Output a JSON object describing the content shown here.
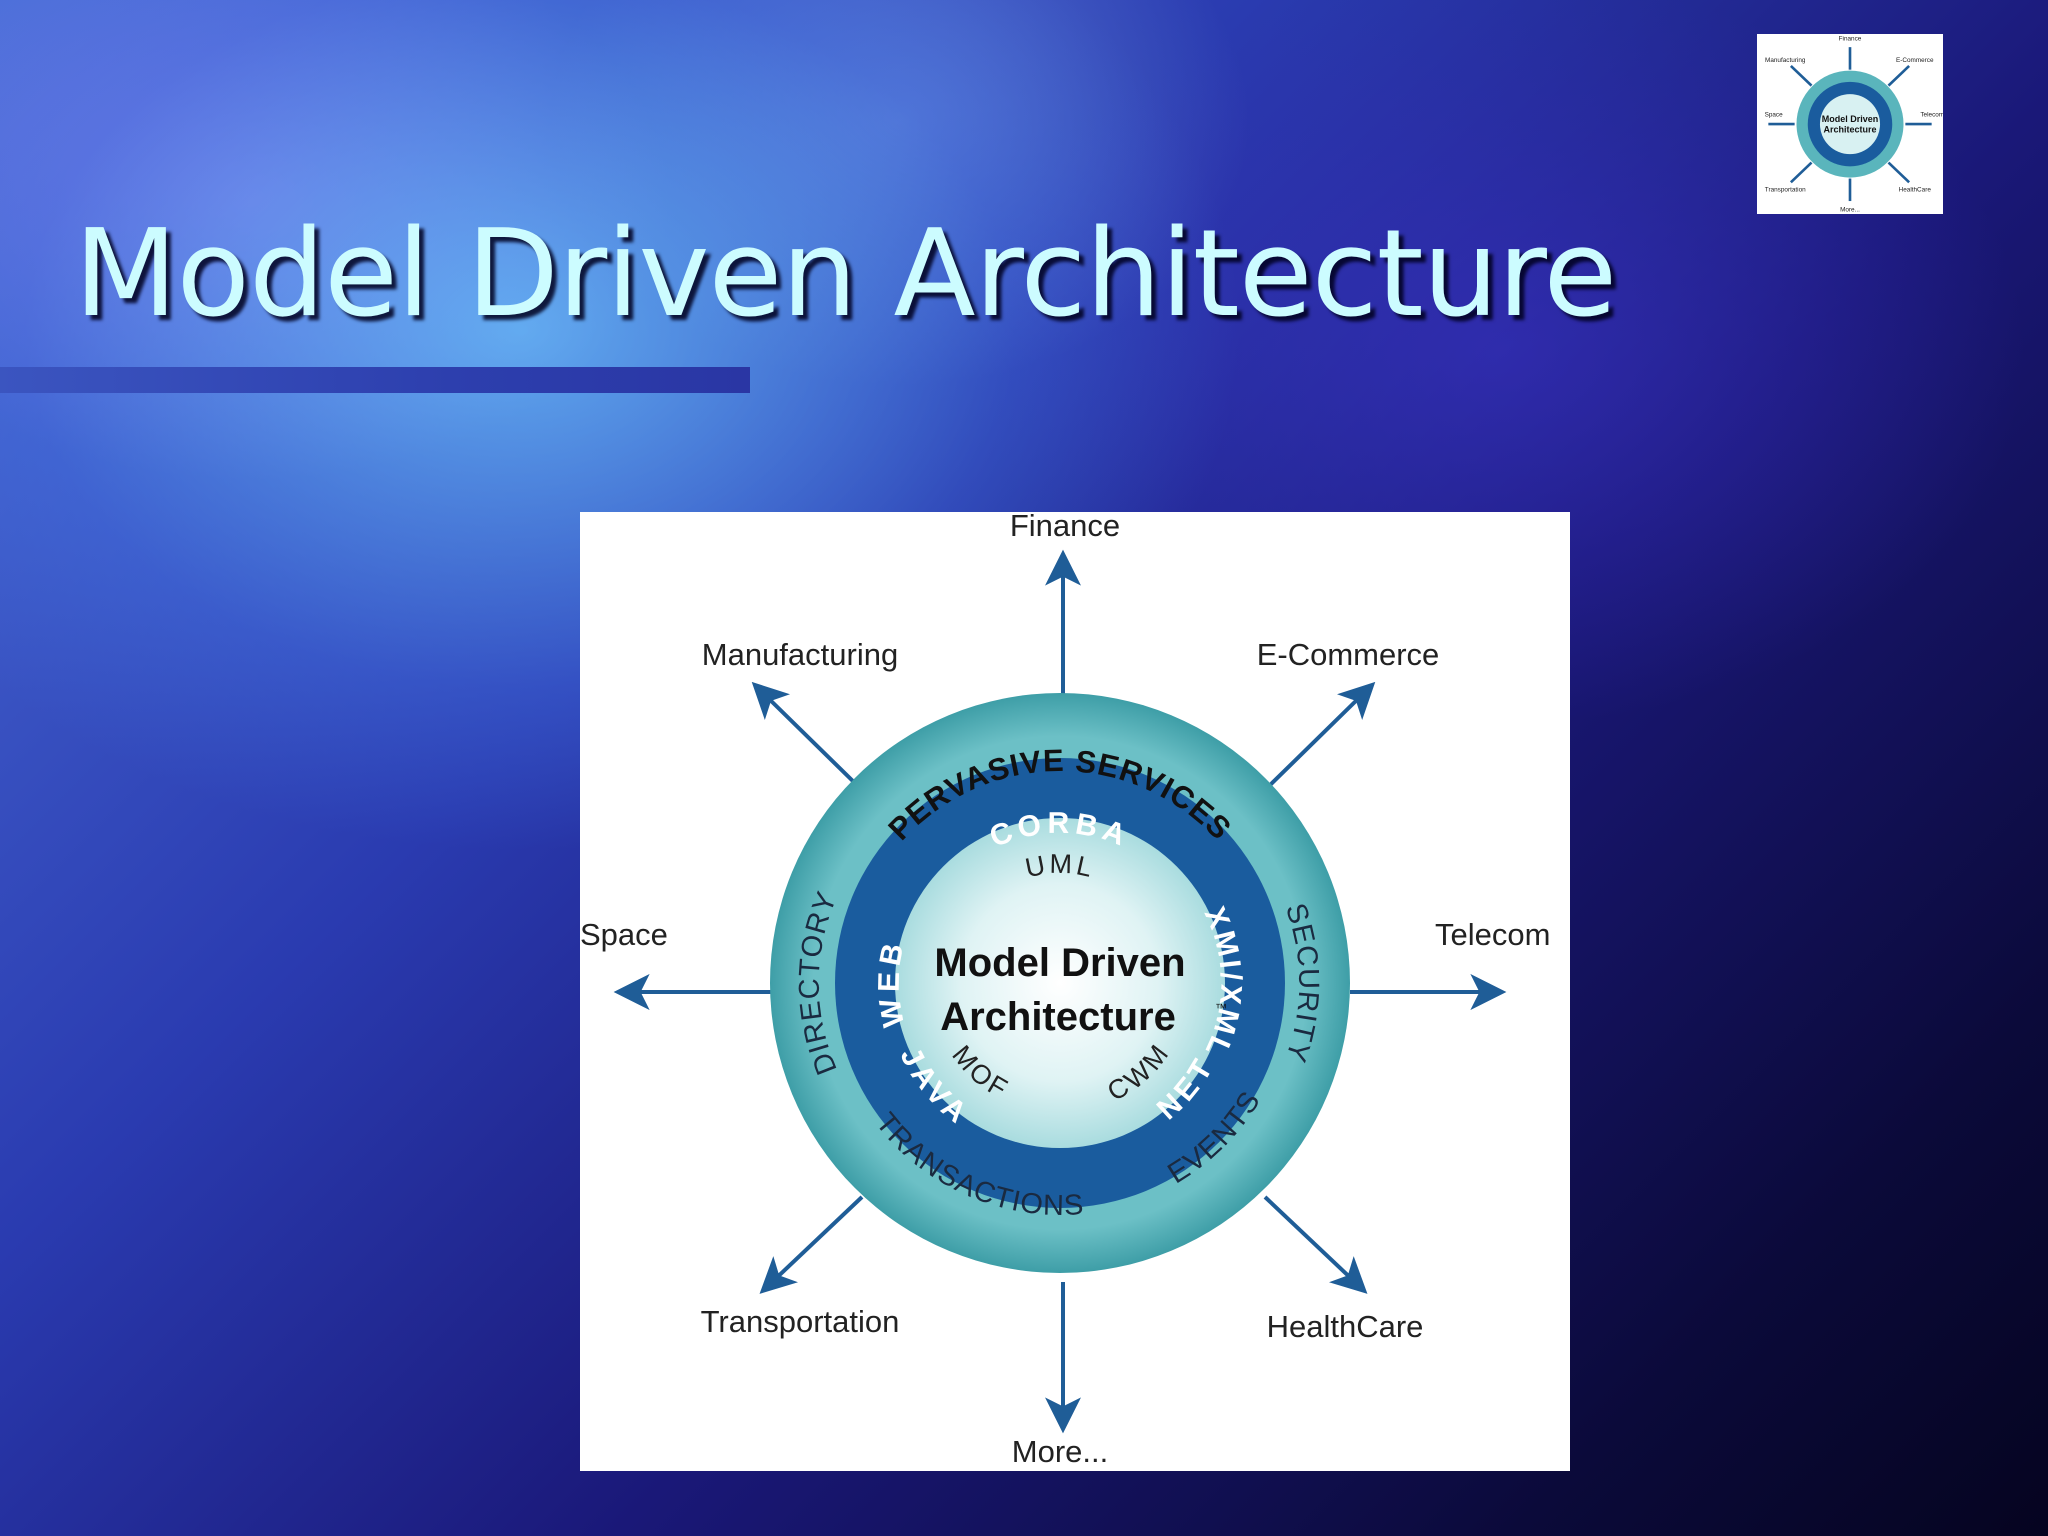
{
  "slide": {
    "title": "Model Driven Architecture"
  },
  "diagram": {
    "center_title_line1": "Model Driven",
    "center_title_line2": "Architecture",
    "trademark": "™",
    "inner_terms": {
      "top": "UML",
      "bottom_left": "MOF",
      "bottom_right": "CWM"
    },
    "middle_ring": {
      "top": "CORBA",
      "left": "WEB",
      "right": "XMI/XML",
      "bottom_left": "JAVA",
      "bottom_right": "NET"
    },
    "outer_ring": {
      "top": "PERVASIVE SERVICES",
      "left": "DIRECTORY",
      "right": "SECURITY",
      "bottom": "TRANSACTIONS",
      "bottom_right": "EVENTS"
    },
    "domains": {
      "n": "Finance",
      "ne": "E-Commerce",
      "e": "Telecom",
      "se": "HealthCare",
      "s": "More...",
      "sw": "Transportation",
      "w": "Space",
      "nw": "Manufacturing"
    }
  },
  "colors": {
    "title_text": "#ccfcff",
    "outer_ring": "#5ab5bc",
    "middle_ring": "#1a5c9e",
    "inner_circle": "#d8f1f2",
    "arrow": "#1f5d97"
  }
}
